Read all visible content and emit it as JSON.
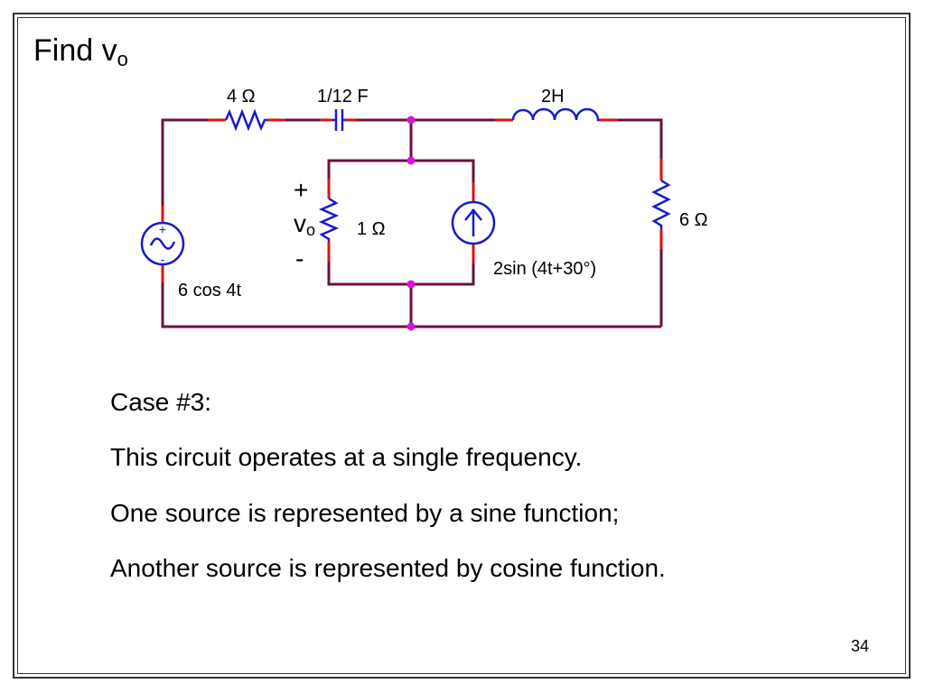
{
  "slide": {
    "title_main": "Find v",
    "title_sub": "o",
    "page_number": "34"
  },
  "circuit": {
    "r1_label": "4 Ω",
    "c1_label": "1/12 F",
    "l1_label": "2H",
    "r_right_label": "6 Ω",
    "r_mid_label": "1 Ω",
    "vs_label": "6 cos 4t",
    "is_label": "2sin (4t+30°)",
    "vo_plus": "+",
    "vo_main": "v",
    "vo_sub": "o",
    "vo_minus": "-",
    "src_plus": "+",
    "src_minus": "-",
    "cs_minus": "-"
  },
  "body": {
    "lines": [
      "Case #3:",
      "This circuit operates at a single frequency.",
      "One source is represented by a sine function;",
      "Another source is represented by cosine function."
    ]
  },
  "colors": {
    "wire": "#6b1040",
    "component": "#1a1acc",
    "terminal": "#dd1111",
    "node": "#dd11dd"
  }
}
